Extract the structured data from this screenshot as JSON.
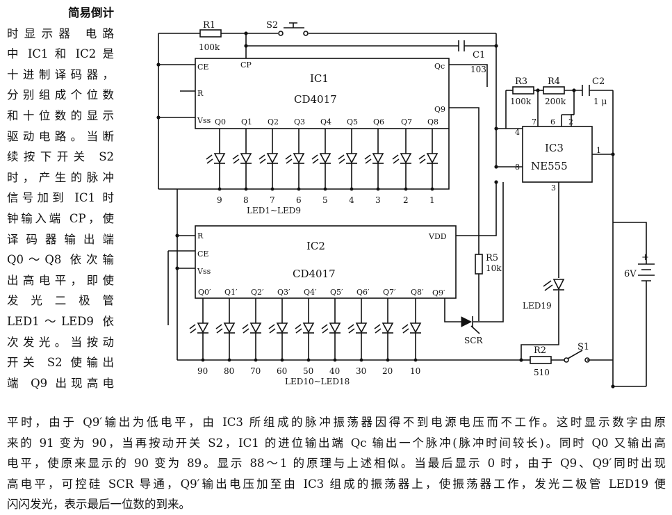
{
  "side_text": [
    "简易倒计",
    "时显示器 电路",
    "中 IC1 和 IC2 是",
    "十进制译码器，",
    "分别组成个位数",
    "和十位数的显示",
    "驱动电路。当断",
    "续按下开关 S2",
    "时，产生的脉冲",
    "信号加到 IC1 时",
    "钟输入端 CP，使",
    "译码器输出端",
    "Q0～Q8 依次输",
    "出高电平，即使",
    "发光二极管",
    "LED1～LED9 依",
    "次发光。当按动",
    "开关 S2 使输出",
    "端 Q9 出现高电"
  ],
  "bottom_text": [
    "平时，由于 Q9′输出为低电平，由 IC3 所组成的脉冲振荡器因得不到电源电压而不工作。这时显示数字由原",
    "来的 91 变为 90，当再按动开关 S2，IC1 的进位输出端 Qc 输出一个脉冲(脉冲时间较长)。同时 Q0 又输出高",
    "电平，使原来显示的 90 变为 89。显示 88～1 的原理与上述相似。当最后显示 0 时，由于 Q9、Q9′同时出现",
    "高电平，可控硅 SCR 导通，Q9′输出电压加至由 IC3 组成的振荡器上，使振荡器工作，发光二极管 LED19 便",
    "闪闪发光，表示最后一位数的到来。"
  ],
  "circuit": {
    "ic1": {
      "name": "IC1",
      "chip": "CD4017",
      "pins_left": [
        "CE",
        "R",
        "Vss"
      ],
      "pin_cp": "CP",
      "pin_qc": "Qc",
      "pin_q9": "Q9",
      "outputs": [
        "Q0",
        "Q1",
        "Q2",
        "Q3",
        "Q4",
        "Q5",
        "Q6",
        "Q7",
        "Q8"
      ]
    },
    "ic2": {
      "name": "IC2",
      "chip": "CD4017",
      "pins_left": [
        "R",
        "CE",
        "Vss"
      ],
      "pin_vdd": "VDD",
      "pin_q9": "Q9′",
      "outputs": [
        "Q0′",
        "Q1′",
        "Q2′",
        "Q3′",
        "Q4′",
        "Q5′",
        "Q6′",
        "Q7′",
        "Q8′"
      ]
    },
    "ic3": {
      "name": "IC3",
      "chip": "NE555",
      "pins": [
        "7",
        "6",
        "2",
        "4",
        "8",
        "1",
        "3"
      ]
    },
    "led_row1_digits": [
      "9",
      "8",
      "7",
      "6",
      "5",
      "4",
      "3",
      "2",
      "1"
    ],
    "led_row1_label": "LED1~LED9",
    "led_row2_digits": [
      "90",
      "80",
      "70",
      "60",
      "50",
      "40",
      "30",
      "20",
      "10"
    ],
    "led_row2_label": "LED10~LED18",
    "r1": {
      "name": "R1",
      "value": "100k"
    },
    "r2": {
      "name": "R2",
      "value": "510"
    },
    "r3": {
      "name": "R3",
      "value": "100k"
    },
    "r4": {
      "name": "R4",
      "value": "200k"
    },
    "r5": {
      "name": "R5",
      "value": "10k"
    },
    "c1": {
      "name": "C1",
      "value": "103"
    },
    "c2": {
      "name": "C2",
      "value": "1 μ"
    },
    "s1": "S1",
    "s2": "S2",
    "scr": "SCR",
    "led19": "LED19",
    "battery": {
      "plus": "+",
      "voltage": "6V"
    }
  }
}
